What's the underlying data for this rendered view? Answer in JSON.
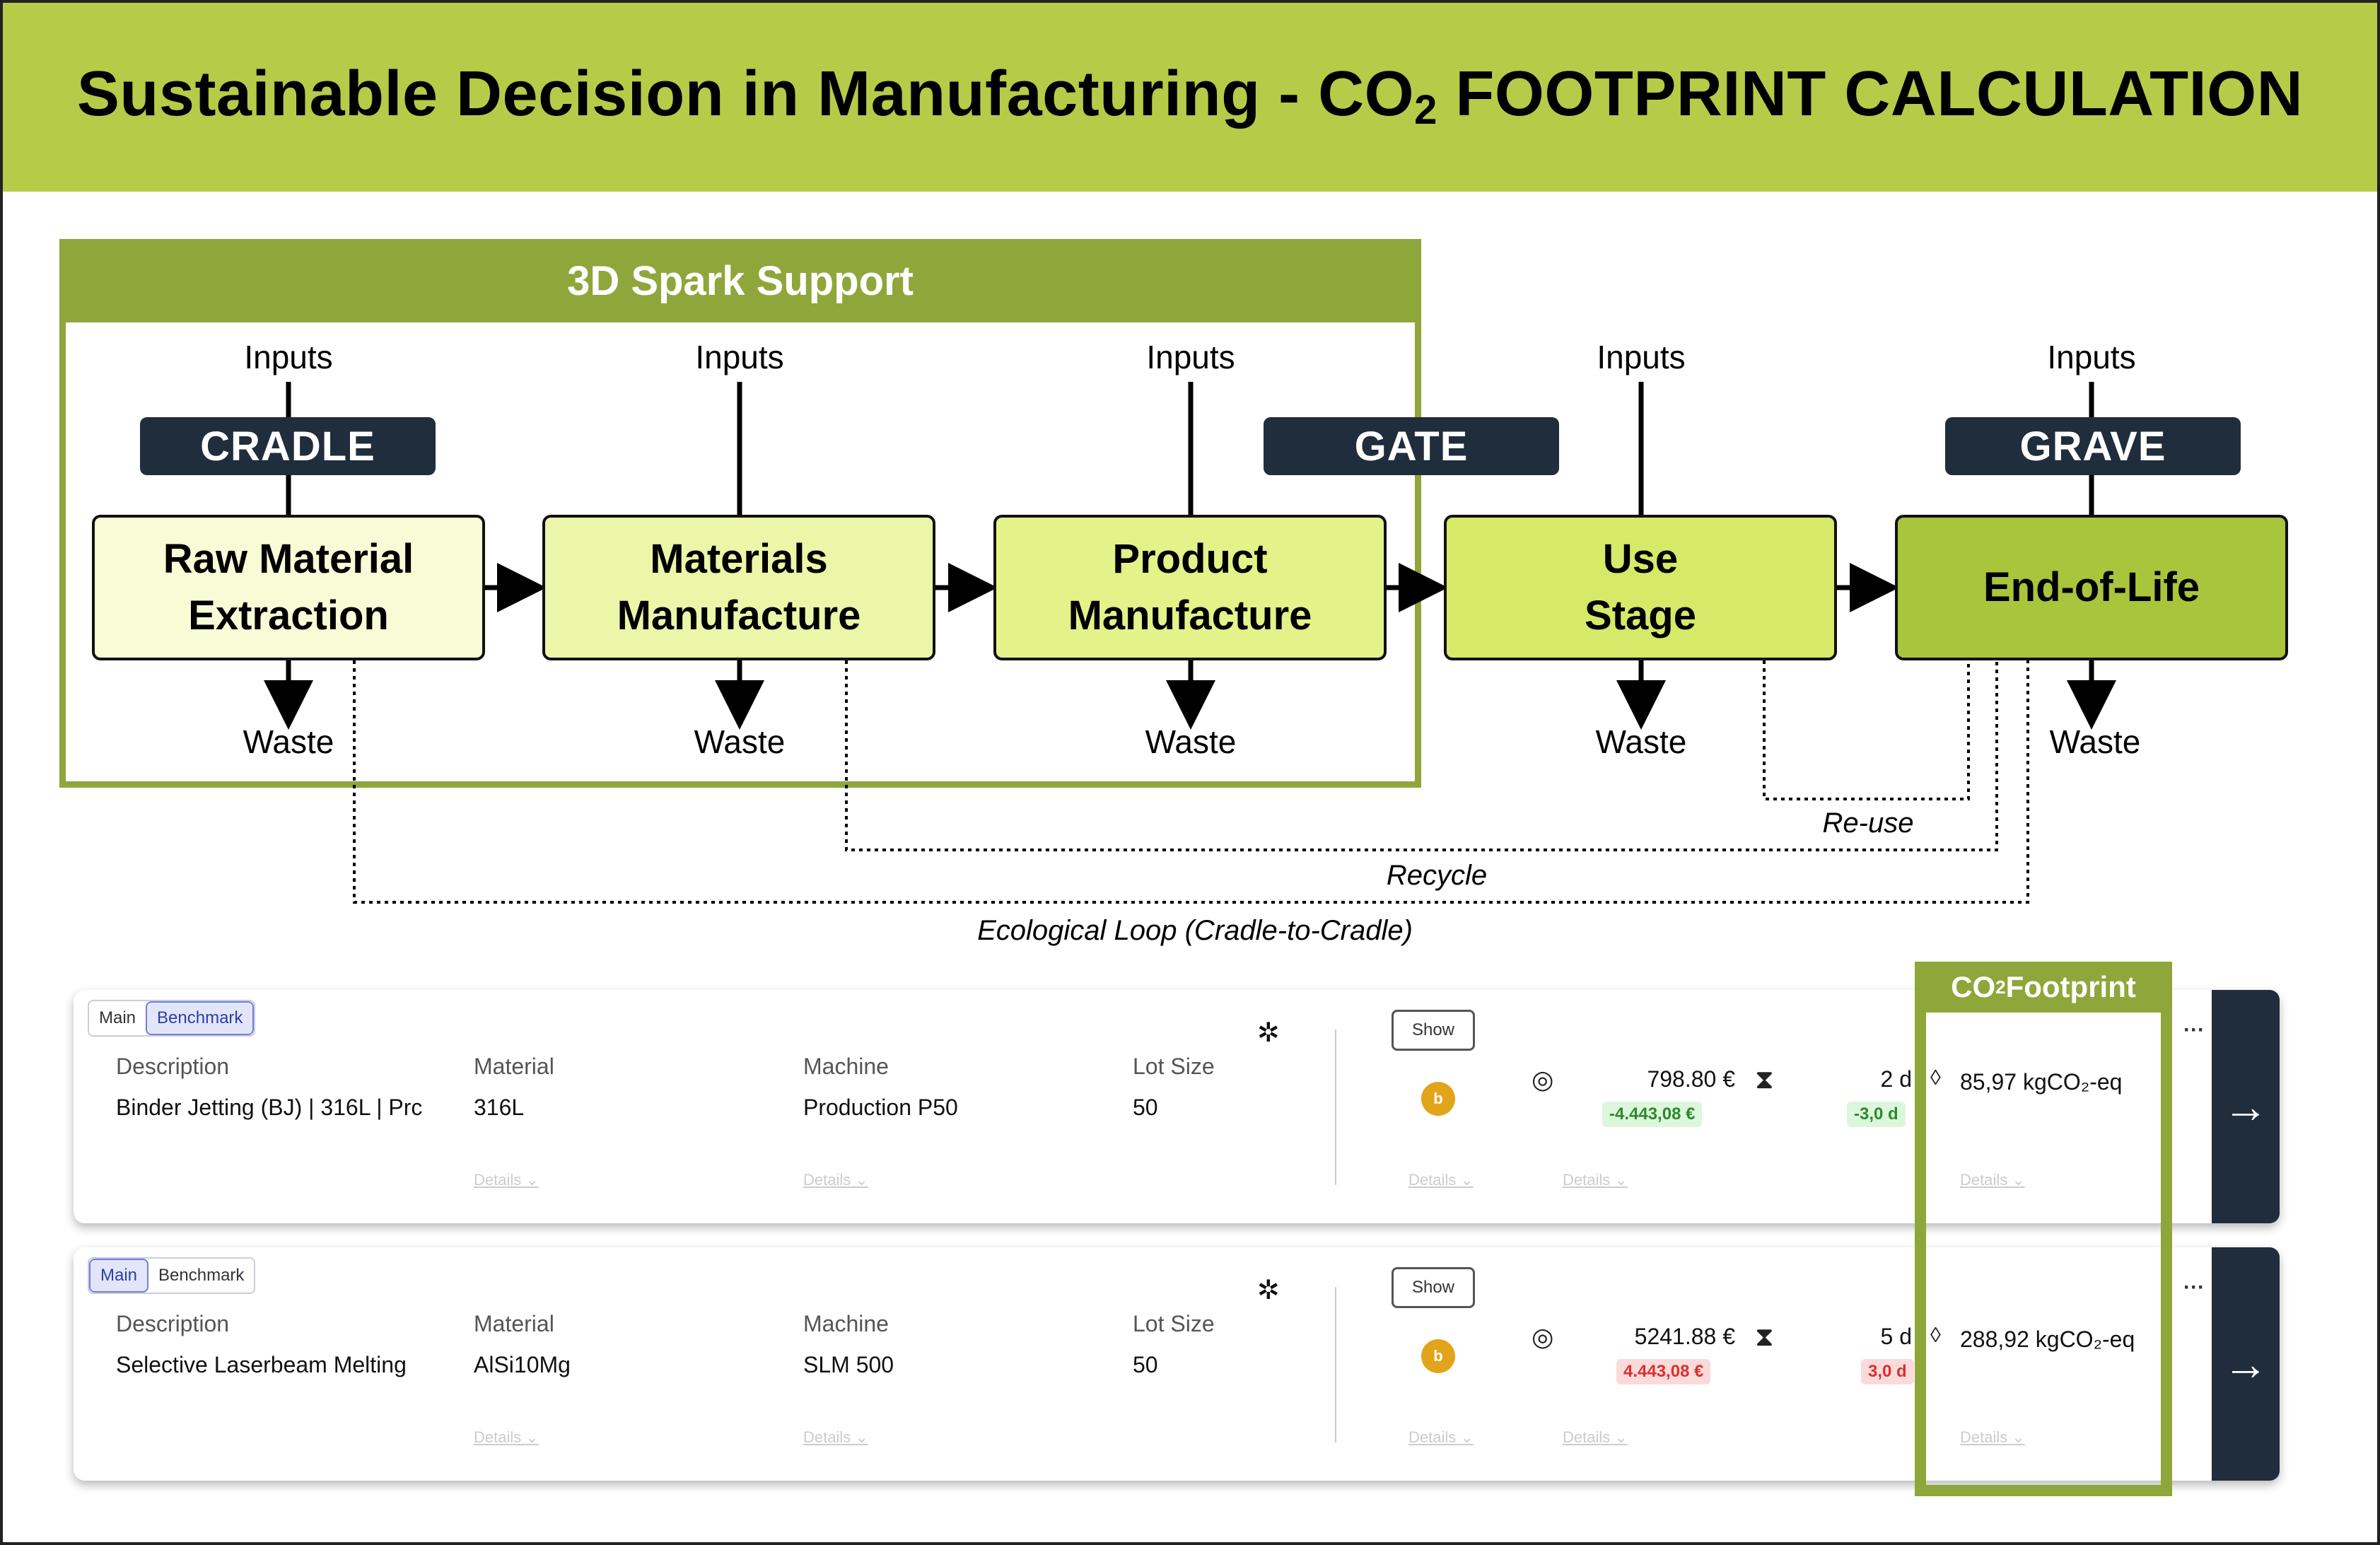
{
  "title": {
    "main": "Sustainable Decision in Manufacturing - CO",
    "sub": "2",
    "rest": " FOOTPRINT CALCULATION"
  },
  "support_label": "3D Spark Support",
  "phases": {
    "cradle": "CRADLE",
    "gate": "GATE",
    "grave": "GRAVE"
  },
  "stages": [
    {
      "name": "Raw Material\nExtraction",
      "color": "#f7fcd6"
    },
    {
      "name": "Materials\nManufacture",
      "color": "#ebf6a8"
    },
    {
      "name": "Product\nManufacture",
      "color": "#e3f289"
    },
    {
      "name": "Use\nStage",
      "color": "#d6e968"
    },
    {
      "name": "End-of-Life",
      "color": "#a9c53c"
    }
  ],
  "inputs_label": "Inputs",
  "waste_label": "Waste",
  "loops": {
    "reuse": "Re-use",
    "recycle": "Recycle",
    "ecological": "Ecological Loop (Cradle-to-Cradle)"
  },
  "co2_header": {
    "main": "CO",
    "sub": "2",
    "rest": " Footprint"
  },
  "columns": {
    "description": "Description",
    "material": "Material",
    "machine": "Machine",
    "lot_size": "Lot Size"
  },
  "tabs": {
    "main": "Main",
    "benchmark": "Benchmark"
  },
  "show_label": "Show",
  "details_label": "Details ⌄",
  "rows": [
    {
      "active_tab": "benchmark",
      "description": "Binder Jetting (BJ) | 316L | Prc",
      "material": "316L",
      "machine": "Production P50",
      "lot_size": "50",
      "cost": "798.80 €",
      "cost_delta": "-4.443,08 €",
      "time": "2 d",
      "time_delta": "-3,0 d",
      "co2": "85,97 kgCO₂-eq",
      "delta_status": "good"
    },
    {
      "active_tab": "main",
      "description": "Selective Laserbeam Melting",
      "material": "AlSi10Mg",
      "machine": "SLM 500",
      "lot_size": "50",
      "cost": "5241.88 €",
      "cost_delta": "4.443,08 €",
      "time": "5 d",
      "time_delta": "3,0 d",
      "co2": "288,92 kgCO₂-eq",
      "delta_status": "bad"
    }
  ],
  "icons": {
    "gear": "gear-icon",
    "badge": "badge-icon",
    "coin": "coin-icon",
    "hourglass": "hourglass-icon",
    "co2": "leaf-icon",
    "more": "more-icon",
    "arrow": "arrow-right-icon"
  },
  "colors": {
    "title_bar": "#b6cb48",
    "support": "#8fa63a",
    "phase": "#202d3c"
  }
}
